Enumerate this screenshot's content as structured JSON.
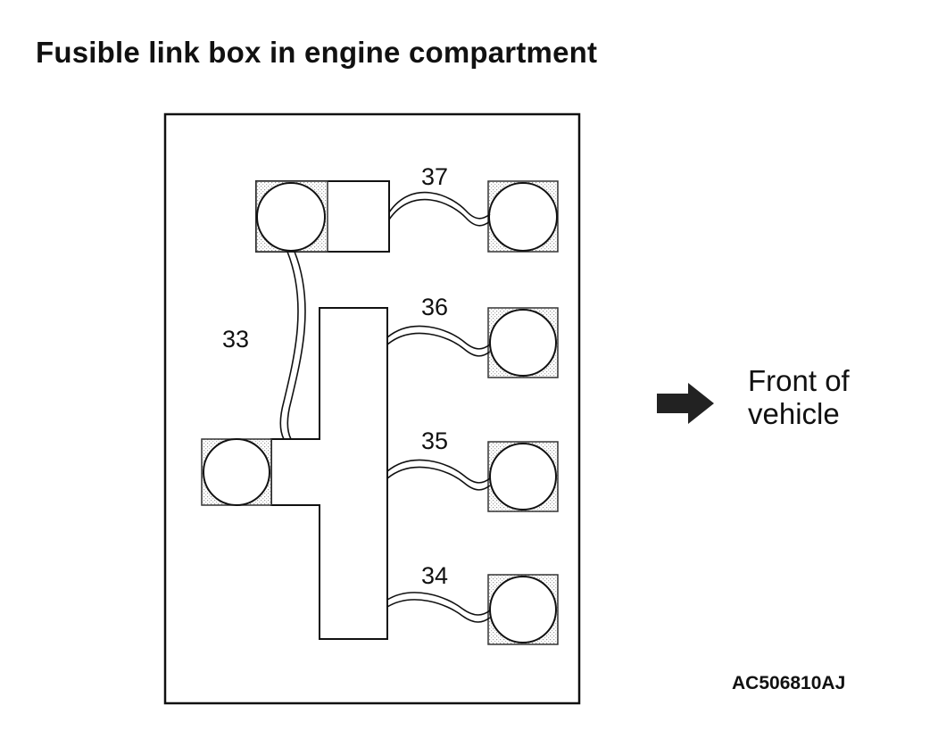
{
  "title": "Fusible link box in engine compartment",
  "links": [
    {
      "id": "37",
      "label": "37"
    },
    {
      "id": "36",
      "label": "36"
    },
    {
      "id": "35",
      "label": "35"
    },
    {
      "id": "34",
      "label": "34"
    },
    {
      "id": "33",
      "label": "33"
    }
  ],
  "direction": {
    "line1": "Front of",
    "line2": "vehicle"
  },
  "figure_code": "AC506810AJ"
}
